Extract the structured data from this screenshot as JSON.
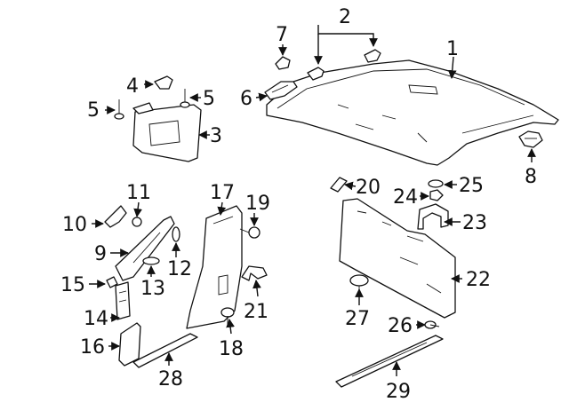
{
  "callouts": [
    {
      "label": "1"
    },
    {
      "label": "2"
    },
    {
      "label": "3"
    },
    {
      "label": "4"
    },
    {
      "label": "5"
    },
    {
      "label": "5"
    },
    {
      "label": "6"
    },
    {
      "label": "7"
    },
    {
      "label": "8"
    },
    {
      "label": "9"
    },
    {
      "label": "10"
    },
    {
      "label": "11"
    },
    {
      "label": "12"
    },
    {
      "label": "13"
    },
    {
      "label": "14"
    },
    {
      "label": "15"
    },
    {
      "label": "16"
    },
    {
      "label": "17"
    },
    {
      "label": "18"
    },
    {
      "label": "19"
    },
    {
      "label": "20"
    },
    {
      "label": "21"
    },
    {
      "label": "22"
    },
    {
      "label": "23"
    },
    {
      "label": "24"
    },
    {
      "label": "25"
    },
    {
      "label": "26"
    },
    {
      "label": "27"
    },
    {
      "label": "28"
    },
    {
      "label": "29"
    }
  ],
  "colors": {
    "line": "#111111",
    "background": "#ffffff"
  }
}
